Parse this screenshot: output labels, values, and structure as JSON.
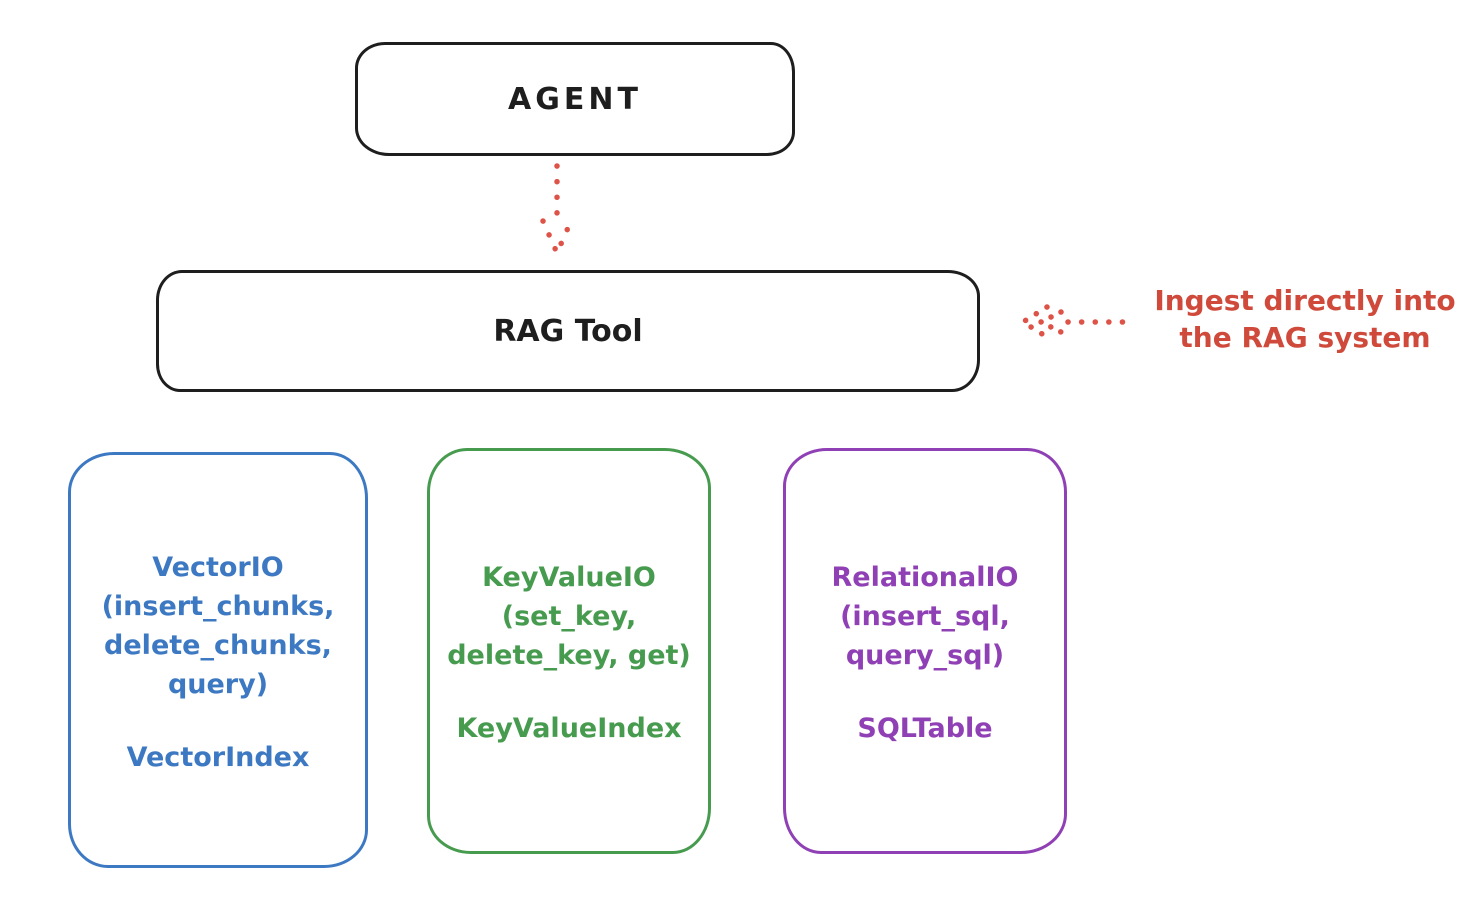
{
  "diagram": {
    "agent": {
      "label": "AGENT"
    },
    "rag_tool": {
      "label": "RAG Tool"
    },
    "annotation": {
      "line1": "Ingest directly into",
      "line2": "the RAG system"
    },
    "arrows": [
      {
        "name": "agent-to-rag-tool",
        "style": "dotted",
        "direction": "down"
      },
      {
        "name": "annotation-to-rag-tool",
        "style": "dotted",
        "direction": "left"
      }
    ],
    "io_boxes": [
      {
        "lines": [
          "VectorIO",
          "(insert_chunks,",
          "delete_chunks,",
          "query)"
        ],
        "index_label": "VectorIndex",
        "color": "#3d79c2"
      },
      {
        "lines": [
          "KeyValueIO",
          "(set_key,",
          "delete_key, get)"
        ],
        "index_label": "KeyValueIndex",
        "color": "#469b4f"
      },
      {
        "lines": [
          "RelationalIO",
          "(insert_sql,",
          "query_sql)"
        ],
        "index_label": "SQLTable",
        "color": "#9040b5"
      }
    ],
    "colors": {
      "ink": "#1e1e1e",
      "accent_red": "#cf4a3b",
      "background": "#ffffff"
    }
  }
}
